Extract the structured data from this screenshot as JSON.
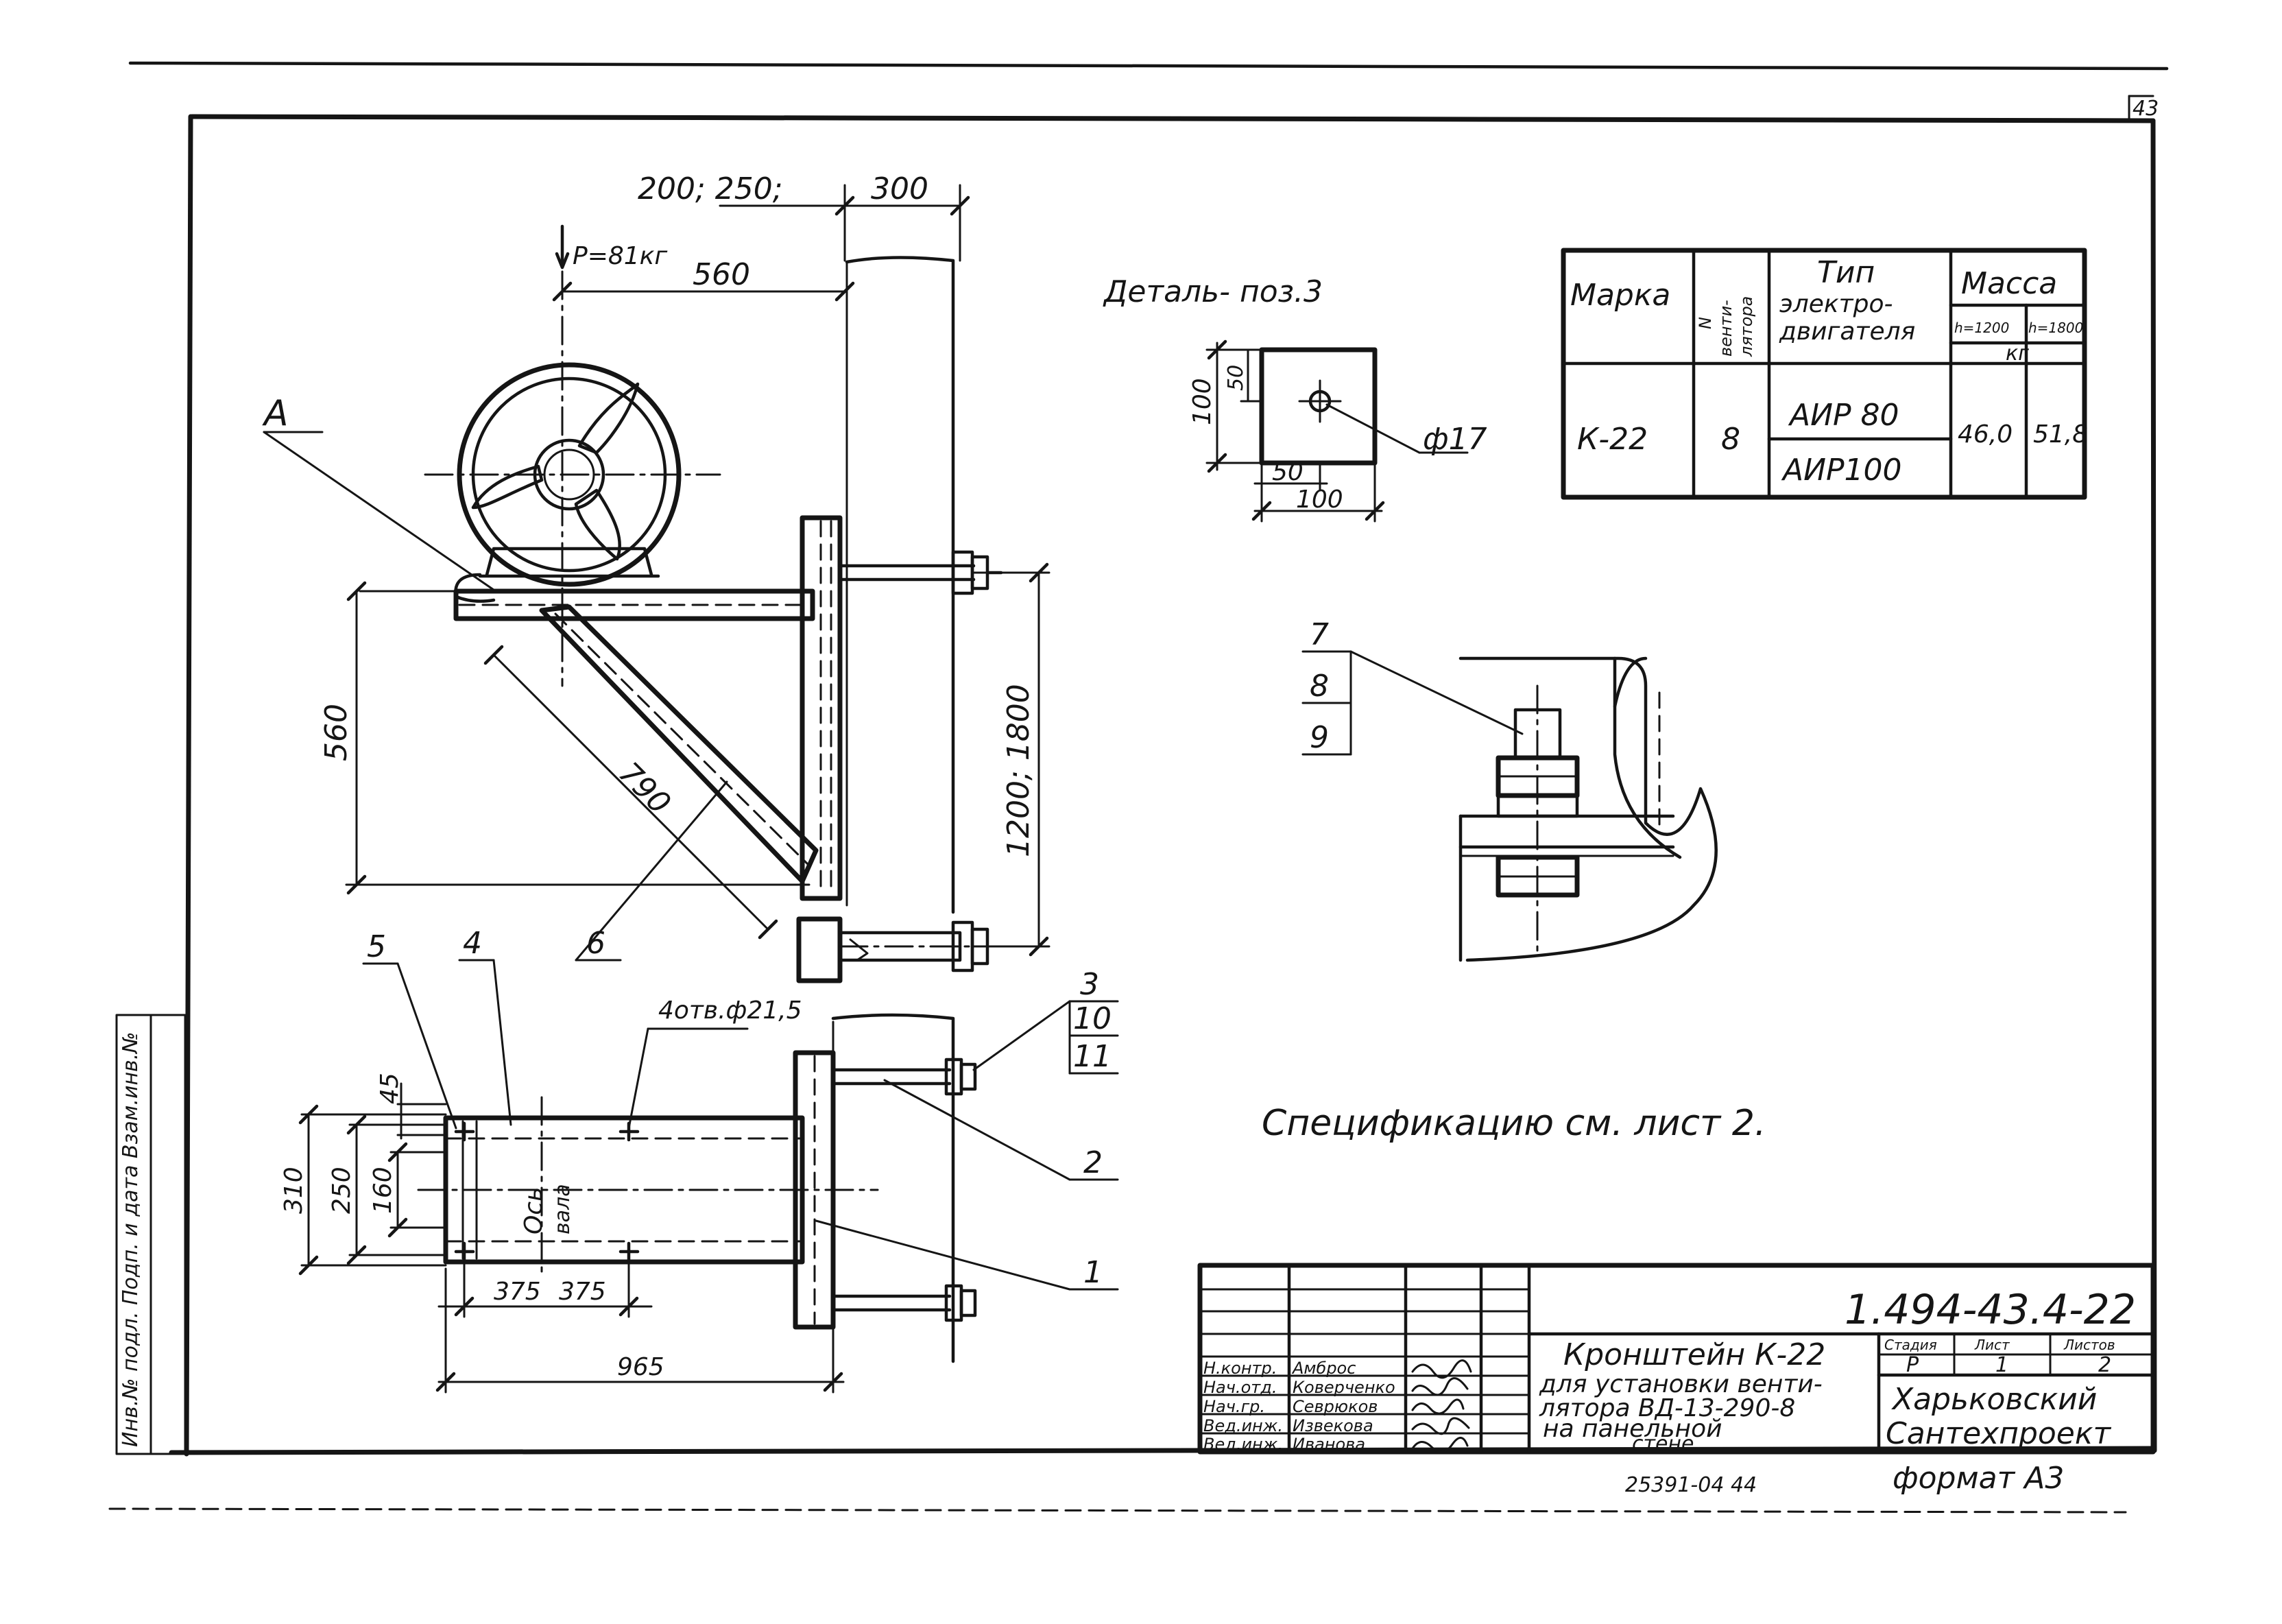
{
  "sheet_number": "43",
  "side_stamp": "Инв.№ подл. Подп. и дата Взам.инв.№",
  "views": {
    "load": "P=81кг",
    "top_dims": [
      "200; 250;",
      "300"
    ],
    "dims": {
      "d560_top": "560",
      "d560_left": "560",
      "d790": "790",
      "d1200": "1200; 1800",
      "d310": "310",
      "d250": "250",
      "d160": "160",
      "d45": "45",
      "d375a": "375",
      "d375b": "375",
      "d965": "965"
    },
    "holes": "4отв.ф21,5",
    "axis_label_1": "Ось",
    "axis_label_2": "вала",
    "leader_a": "A",
    "positions": [
      "1",
      "2",
      "3",
      "4",
      "5",
      "6",
      "7",
      "8",
      "9",
      "10",
      "11"
    ]
  },
  "detail": {
    "title": "Деталь- поз.3",
    "d100v": "100",
    "d50v": "50",
    "d50h": "50",
    "d100h": "100",
    "hole": "ф17"
  },
  "table": {
    "h_marka": "Марка",
    "h_n1": "N",
    "h_n2": "венти-",
    "h_n3": "лятора",
    "h_tip1": "Тип",
    "h_tip2": "электро-",
    "h_tip3": "двигателя",
    "h_massa": "Масса",
    "h_m1": "h=1200",
    "h_m2": "h=1800",
    "h_kg": "кг",
    "marka": "К-22",
    "n": "8",
    "motor1": "АИР 80",
    "motor2": "АИР100",
    "mass1": "46,0",
    "mass2": "51,8"
  },
  "note": "Спецификацию см. лист 2.",
  "title_block": {
    "code": "1.494-43.4-22",
    "roles": [
      "Н.контр.",
      "Нач.отд.",
      "Нач.гр.",
      "Вед.инж.",
      "Вед.инж."
    ],
    "names": [
      "Амброс",
      "Коверченко",
      "Севрюков",
      "Извекова",
      "Иванова"
    ],
    "title_lines": [
      "Кронштейн К-22",
      "для установки венти-",
      "лятора ВД-13-290-8",
      "на панельной",
      "стене."
    ],
    "h_stadia": "Стадия",
    "h_list": "Лист",
    "h_listov": "Листов",
    "stadia": "Р",
    "list": "1",
    "listov": "2",
    "org1": "Харьковский",
    "org2": "Сантехпроект",
    "footer_num": "25391-04   44",
    "format": "формат А3"
  }
}
